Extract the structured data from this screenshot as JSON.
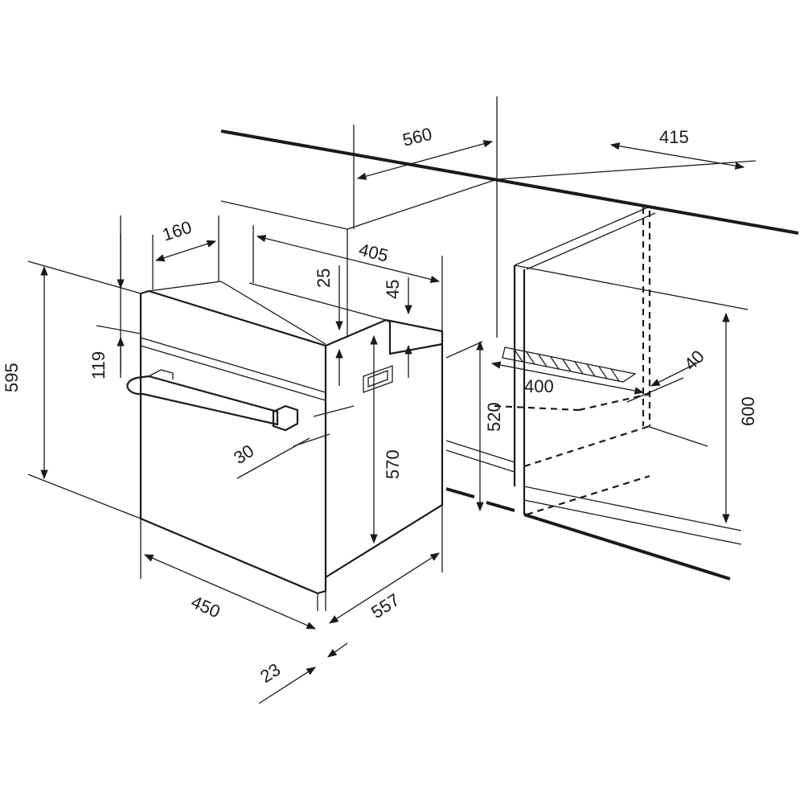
{
  "dimensions": {
    "cabinet_width_top": "560",
    "cabinet_depth_top": "415",
    "handle_top_offset": "160",
    "oven_depth_top": "405",
    "top_gap": "25",
    "back_gap": "45",
    "total_height": "595",
    "control_panel_height": "119",
    "handle_depth": "30",
    "body_height": "570",
    "niche_height_low": "520",
    "niche_height_high": "600",
    "niche_width": "400",
    "vent_depth": "40",
    "front_width": "450",
    "body_depth": "557",
    "door_thickness": "23"
  },
  "colors": {
    "line": "#1a1a1a",
    "background": "#ffffff"
  }
}
